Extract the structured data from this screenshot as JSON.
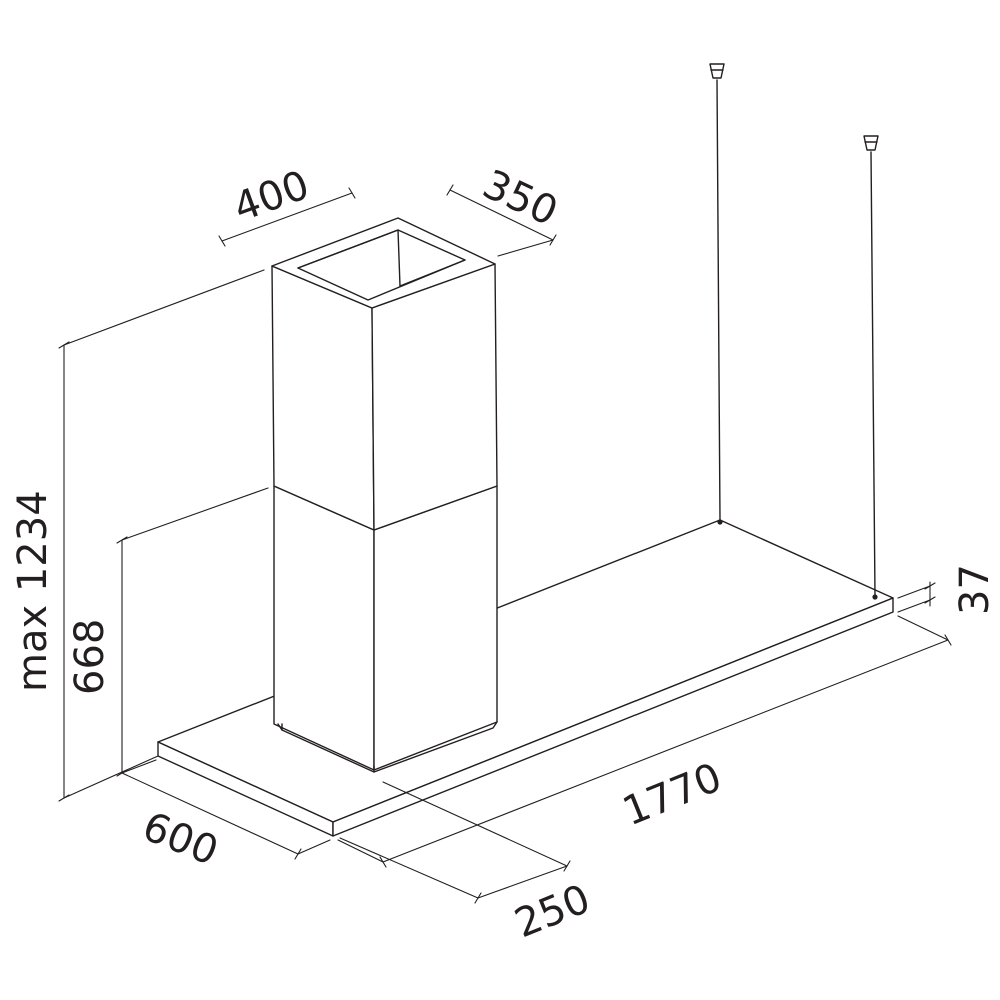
{
  "diagram": {
    "line_color": "#231f20",
    "background": "#ffffff",
    "dimensions": {
      "chimney_width": "400",
      "chimney_depth": "350",
      "max_total_height": "max 1234",
      "chimney_height": "668",
      "hood_depth": "600",
      "hood_length": "1770",
      "chimney_offset": "250",
      "hood_thickness": "37"
    }
  }
}
